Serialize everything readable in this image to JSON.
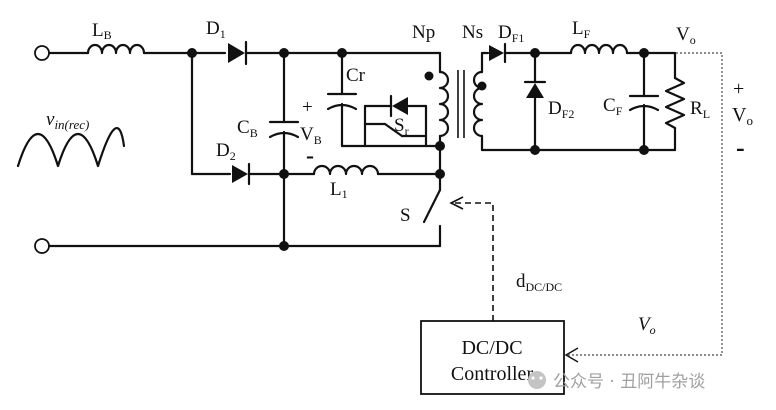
{
  "labels": {
    "lb": "L",
    "lb_sub": "B",
    "d1": "D",
    "d1_sub": "1",
    "np": "Np",
    "ns": "Ns",
    "df1": "D",
    "df1_sub": "F1",
    "lf": "L",
    "lf_sub": "F",
    "vo_top": "V",
    "vo_top_sub": "o",
    "cr": "Cr",
    "plus_cb": "+",
    "vin": "v",
    "vin_sub": "in(rec)",
    "cb": "C",
    "cb_sub": "B",
    "vb": "V",
    "vb_sub": "B",
    "minus_cb": "-",
    "sr": "S",
    "sr_sub": "r",
    "df2": "D",
    "df2_sub": "F2",
    "cf": "C",
    "cf_sub": "F",
    "rl": "R",
    "rl_sub": "L",
    "plus_out": "+",
    "vo_out": "V",
    "vo_out_sub": "o",
    "minus_out": "-",
    "d2": "D",
    "d2_sub": "2",
    "l1": "L",
    "l1_sub": "1",
    "s": "S",
    "ddcdc": "d",
    "ddcdc_sub": "DC/DC",
    "vo_fb": "V",
    "vo_fb_sub": "o",
    "ctrl_line1": "DC/DC",
    "ctrl_line2": "Controller"
  },
  "watermark": "公众号 · 丑阿牛杂谈"
}
